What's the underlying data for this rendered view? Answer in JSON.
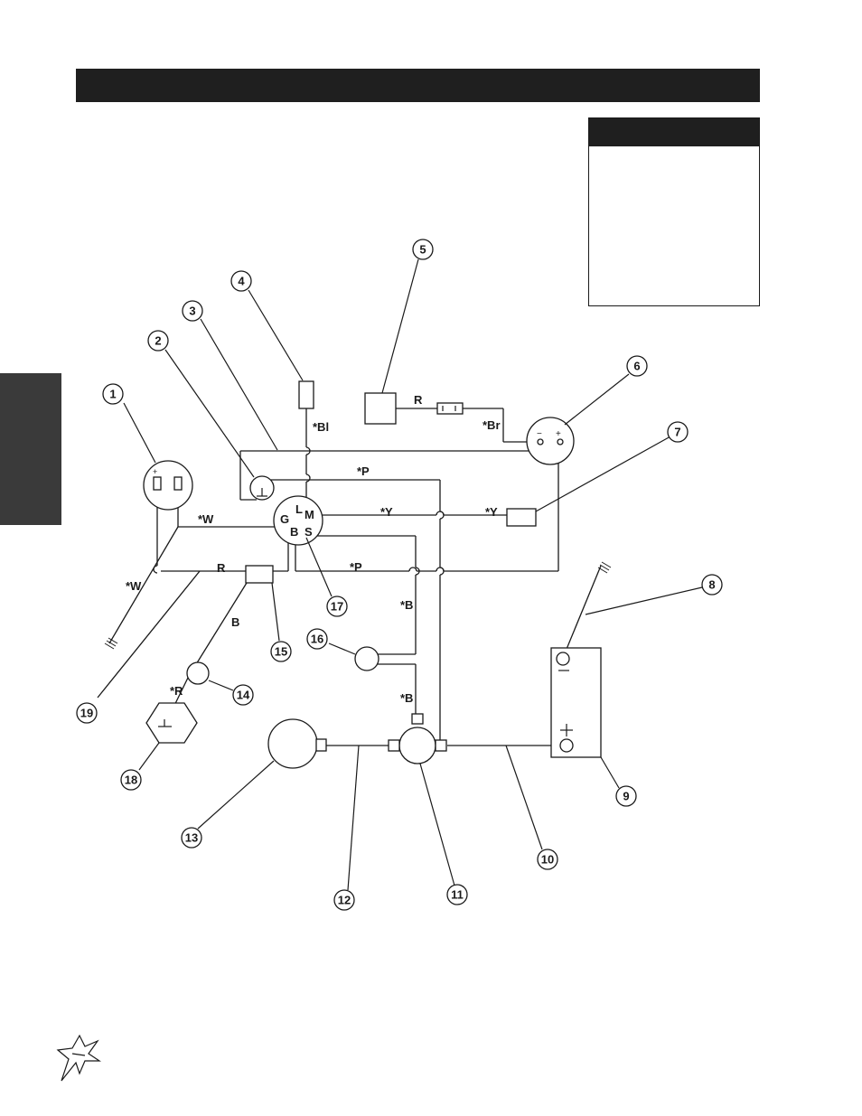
{
  "callouts": [
    "1",
    "2",
    "3",
    "4",
    "5",
    "6",
    "7",
    "8",
    "9",
    "10",
    "11",
    "12",
    "13",
    "14",
    "15",
    "16",
    "17",
    "18",
    "19"
  ],
  "wire_labels": {
    "bl": "*Bl",
    "r_top": "R",
    "br": "*Br",
    "p_top": "*P",
    "y_left": "*Y",
    "y_right": "*Y",
    "w_mid": "*W",
    "w_low": "*W",
    "r_mid": "R",
    "p_mid": "*P",
    "b_left": "B",
    "b_upper": "*B",
    "b_lower": "*B",
    "r_low": "*R"
  },
  "switch_terminals": {
    "l": "L",
    "g": "G",
    "m": "M",
    "b": "B",
    "s": "S"
  },
  "symbols": {
    "plus": "+",
    "minus": "−"
  },
  "colors": {
    "dark": "#1f1f1f",
    "tab": "#3a3a3a",
    "line": "#1a1a1a"
  },
  "icons": {
    "logo": "star-burst-logo-icon",
    "ground": "ground-icon"
  }
}
